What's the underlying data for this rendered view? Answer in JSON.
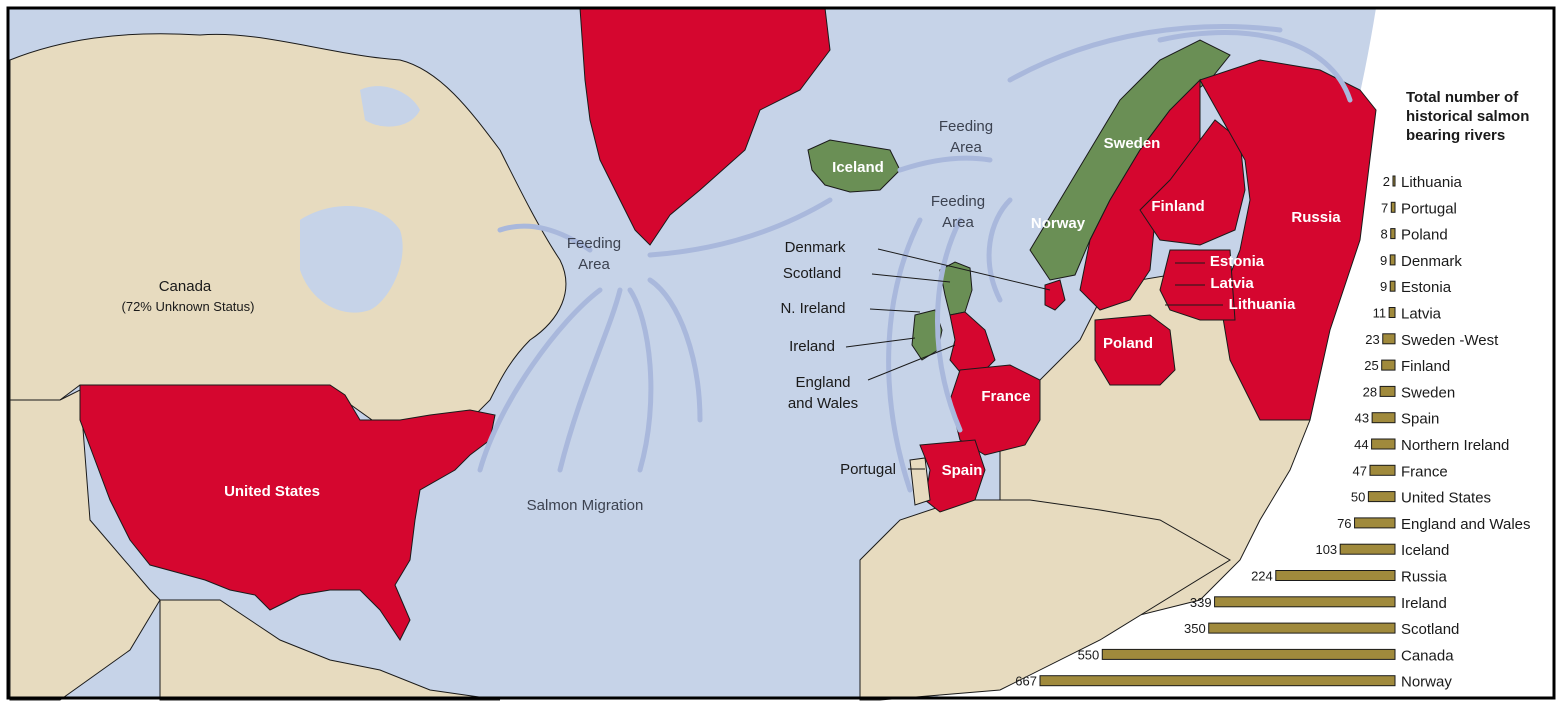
{
  "colors": {
    "ocean": "#c6d3e8",
    "land": "#e7dbbf",
    "red": "#d5062f",
    "green": "#6a8f55",
    "bar": "#a08a3c",
    "arrow": "#a9b8dc"
  },
  "map": {
    "countries": {
      "canada": "Canada",
      "canada_note": "(72% Unknown Status)",
      "united_states": "United States",
      "iceland": "Iceland",
      "norway": "Norway",
      "sweden": "Sweden",
      "finland": "Finland",
      "russia": "Russia",
      "estonia": "Estonia",
      "latvia": "Latvia",
      "lithuania": "Lithuania",
      "poland": "Poland",
      "france": "France",
      "spain": "Spain",
      "denmark": "Denmark",
      "scotland": "Scotland",
      "n_ireland": "N. Ireland",
      "ireland": "Ireland",
      "england_line1": "England",
      "england_line2": "and Wales",
      "portugal": "Portugal"
    },
    "feeding_word1": "Feeding",
    "feeding_word2": "Area",
    "salmon_migration": "Salmon Migration"
  },
  "chart_data": {
    "type": "bar",
    "title_lines": [
      "Total number of",
      "historical salmon",
      "bearing rivers"
    ],
    "categories": [
      "Lithuania",
      "Portugal",
      "Poland",
      "Denmark",
      "Estonia",
      "Latvia",
      "Sweden -West",
      "Finland",
      "Sweden",
      "Spain",
      "Northern Ireland",
      "France",
      "United States",
      "England and Wales",
      "Iceland",
      "Russia",
      "Ireland",
      "Scotland",
      "Canada",
      "Norway"
    ],
    "values": [
      2,
      7,
      8,
      9,
      9,
      11,
      23,
      25,
      28,
      43,
      44,
      47,
      50,
      76,
      103,
      224,
      339,
      350,
      550,
      667
    ],
    "orientation": "horizontal",
    "direction": "bars extend leftward from labels"
  }
}
